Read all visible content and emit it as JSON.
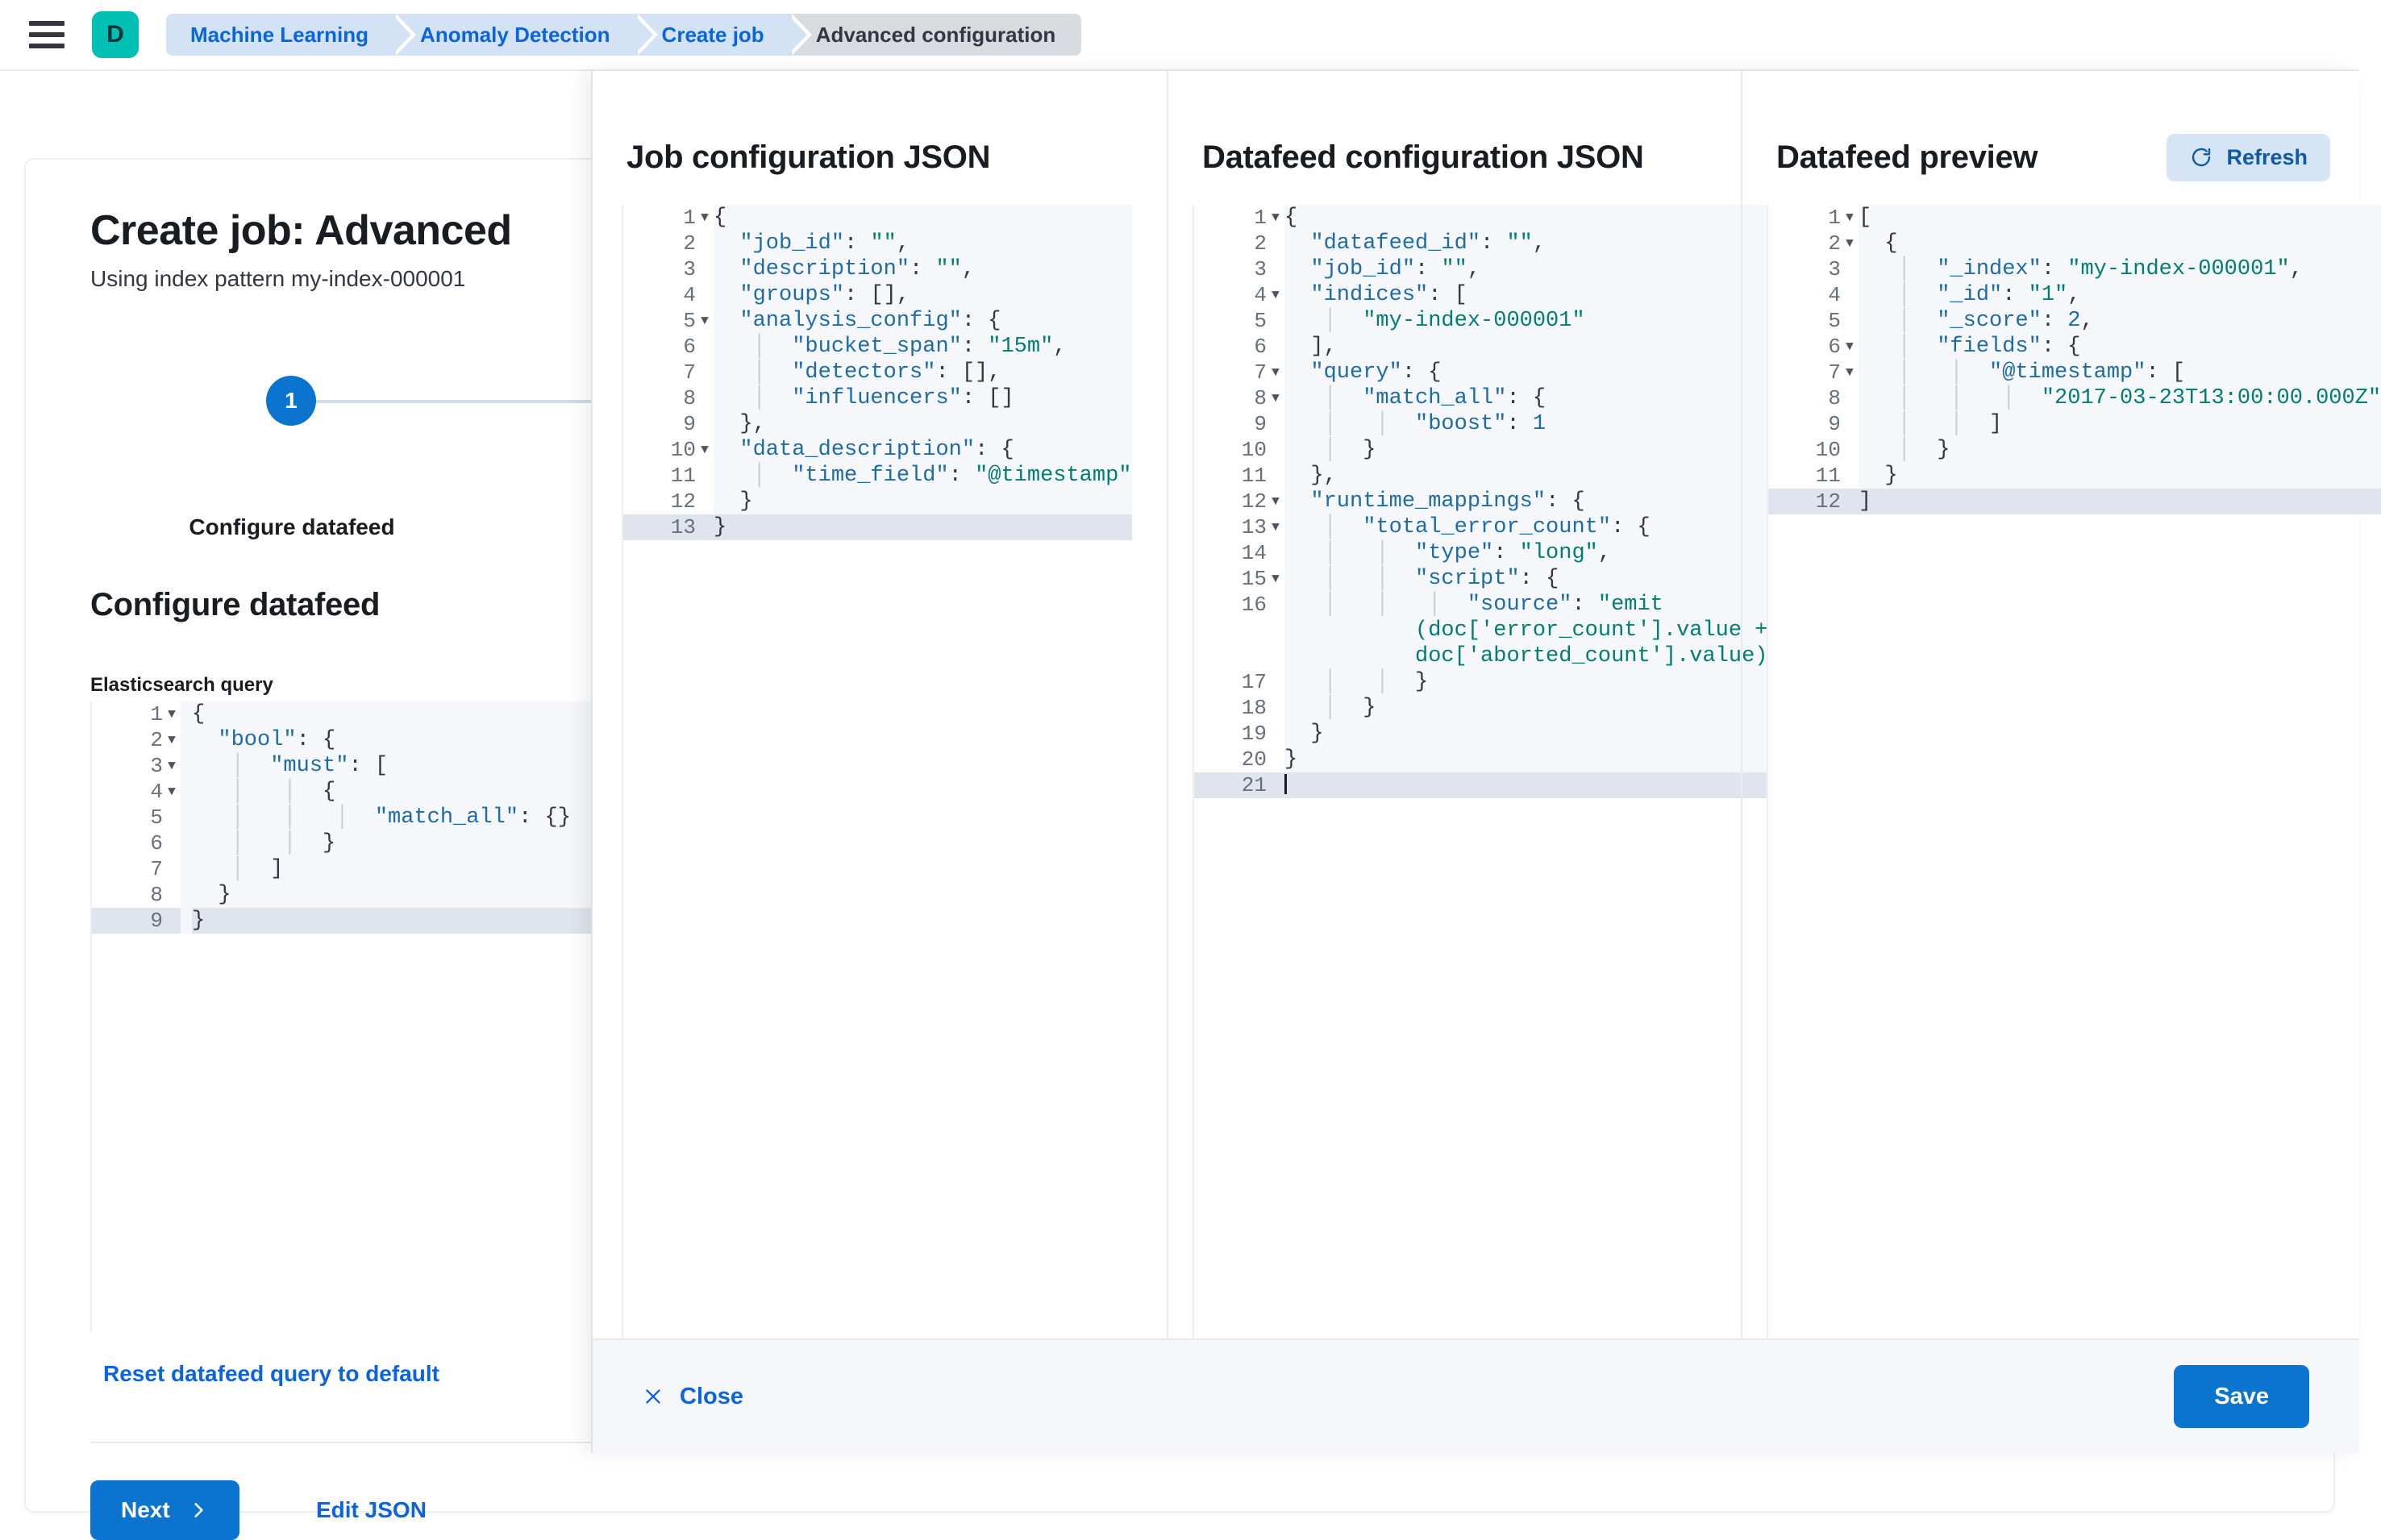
{
  "chrome": {
    "menu_icon": "hamburger-icon",
    "space_initial": "D",
    "breadcrumbs": [
      {
        "label": "Machine Learning",
        "current": false
      },
      {
        "label": "Anomaly Detection",
        "current": false
      },
      {
        "label": "Create job",
        "current": false
      },
      {
        "label": "Advanced configuration",
        "current": true
      }
    ]
  },
  "wizard": {
    "title": "Create job: Advanced",
    "subtitle": "Using index pattern my-index-000001",
    "step_number": "1",
    "step_label": "Configure datafeed",
    "section_title": "Configure datafeed",
    "field_label": "Elasticsearch query",
    "reset_link": "Reset datafeed query to default",
    "next_label": "Next",
    "next_icon": "chevron-right-icon",
    "edit_json_label": "Edit JSON",
    "es_query_lines": [
      {
        "n": "1",
        "fold": true,
        "text": "{",
        "active": false
      },
      {
        "n": "2",
        "fold": true,
        "text": "  \"bool\": {",
        "active": false
      },
      {
        "n": "3",
        "fold": true,
        "text": "   |  \"must\": [",
        "active": false
      },
      {
        "n": "4",
        "fold": true,
        "text": "   |   |  {",
        "active": false
      },
      {
        "n": "5",
        "fold": false,
        "text": "   |   |   |  \"match_all\": {}",
        "active": false
      },
      {
        "n": "6",
        "fold": false,
        "text": "   |   |  }",
        "active": false
      },
      {
        "n": "7",
        "fold": false,
        "text": "   |  ]",
        "active": false
      },
      {
        "n": "8",
        "fold": false,
        "text": "  }",
        "active": false
      },
      {
        "n": "9",
        "fold": false,
        "text": "}",
        "active": true
      }
    ]
  },
  "flyout": {
    "panels": {
      "job": {
        "title": "Job configuration JSON",
        "lines": [
          {
            "n": "1",
            "fold": true,
            "text": "{",
            "active": false
          },
          {
            "n": "2",
            "fold": false,
            "text": "  \"job_id\": \"\",",
            "active": false
          },
          {
            "n": "3",
            "fold": false,
            "text": "  \"description\": \"\",",
            "active": false
          },
          {
            "n": "4",
            "fold": false,
            "text": "  \"groups\": [],",
            "active": false
          },
          {
            "n": "5",
            "fold": true,
            "text": "  \"analysis_config\": {",
            "active": false
          },
          {
            "n": "6",
            "fold": false,
            "text": "   |  \"bucket_span\": \"15m\",",
            "active": false
          },
          {
            "n": "7",
            "fold": false,
            "text": "   |  \"detectors\": [],",
            "active": false
          },
          {
            "n": "8",
            "fold": false,
            "text": "   |  \"influencers\": []",
            "active": false
          },
          {
            "n": "9",
            "fold": false,
            "text": "  },",
            "active": false
          },
          {
            "n": "10",
            "fold": true,
            "text": "  \"data_description\": {",
            "active": false
          },
          {
            "n": "11",
            "fold": false,
            "text": "   |  \"time_field\": \"@timestamp\"",
            "active": false
          },
          {
            "n": "12",
            "fold": false,
            "text": "  }",
            "active": false
          },
          {
            "n": "13",
            "fold": false,
            "text": "}",
            "active": true
          }
        ]
      },
      "datafeed": {
        "title": "Datafeed configuration JSON",
        "lines": [
          {
            "n": "1",
            "fold": true,
            "text": "{",
            "active": false
          },
          {
            "n": "2",
            "fold": false,
            "text": "  \"datafeed_id\": \"\",",
            "active": false
          },
          {
            "n": "3",
            "fold": false,
            "text": "  \"job_id\": \"\",",
            "active": false
          },
          {
            "n": "4",
            "fold": true,
            "text": "  \"indices\": [",
            "active": false
          },
          {
            "n": "5",
            "fold": false,
            "text": "   |  \"my-index-000001\"",
            "active": false
          },
          {
            "n": "6",
            "fold": false,
            "text": "  ],",
            "active": false
          },
          {
            "n": "7",
            "fold": true,
            "text": "  \"query\": {",
            "active": false
          },
          {
            "n": "8",
            "fold": true,
            "text": "   |  \"match_all\": {",
            "active": false
          },
          {
            "n": "9",
            "fold": false,
            "text": "   |   |  \"boost\": 1",
            "active": false
          },
          {
            "n": "10",
            "fold": false,
            "text": "   |  }",
            "active": false
          },
          {
            "n": "11",
            "fold": false,
            "text": "  },",
            "active": false
          },
          {
            "n": "12",
            "fold": true,
            "text": "  \"runtime_mappings\": {",
            "active": false
          },
          {
            "n": "13",
            "fold": true,
            "text": "   |  \"total_error_count\": {",
            "active": false
          },
          {
            "n": "14",
            "fold": false,
            "text": "   |   |  \"type\": \"long\",",
            "active": false
          },
          {
            "n": "15",
            "fold": true,
            "text": "   |   |  \"script\": {",
            "active": false
          },
          {
            "n": "16",
            "fold": false,
            "text": "   |   |   |  \"source\": \"emit\n          (doc['error_count'].value +\n          doc['aborted_count'].value)\"",
            "active": false,
            "wrap": 3
          },
          {
            "n": "17",
            "fold": false,
            "text": "   |   |  }",
            "active": false
          },
          {
            "n": "18",
            "fold": false,
            "text": "   |  }",
            "active": false
          },
          {
            "n": "19",
            "fold": false,
            "text": "  }",
            "active": false
          },
          {
            "n": "20",
            "fold": false,
            "text": "}",
            "active": false
          },
          {
            "n": "21",
            "fold": false,
            "text": "",
            "active": true,
            "caret": true
          }
        ]
      },
      "preview": {
        "title": "Datafeed preview",
        "refresh_label": "Refresh",
        "refresh_icon": "refresh-icon",
        "lines": [
          {
            "n": "1",
            "fold": true,
            "text": "[",
            "active": false
          },
          {
            "n": "2",
            "fold": true,
            "text": "  {",
            "active": false
          },
          {
            "n": "3",
            "fold": false,
            "text": "   |  \"_index\": \"my-index-000001\",",
            "active": false
          },
          {
            "n": "4",
            "fold": false,
            "text": "   |  \"_id\": \"1\",",
            "active": false
          },
          {
            "n": "5",
            "fold": false,
            "text": "   |  \"_score\": 2,",
            "active": false
          },
          {
            "n": "6",
            "fold": true,
            "text": "   |  \"fields\": {",
            "active": false
          },
          {
            "n": "7",
            "fold": true,
            "text": "   |   |  \"@timestamp\": [",
            "active": false
          },
          {
            "n": "8",
            "fold": false,
            "text": "   |   |   |  \"2017-03-23T13:00:00.000Z\"",
            "active": false
          },
          {
            "n": "9",
            "fold": false,
            "text": "   |   |  ]",
            "active": false
          },
          {
            "n": "10",
            "fold": false,
            "text": "   |  }",
            "active": false
          },
          {
            "n": "11",
            "fold": false,
            "text": "  }",
            "active": false
          },
          {
            "n": "12",
            "fold": false,
            "text": "]",
            "active": true
          }
        ]
      }
    },
    "footer": {
      "close_label": "Close",
      "close_icon": "close-icon",
      "save_label": "Save"
    }
  },
  "colors": {
    "accent_blue": "#0b74cf",
    "link_blue": "#0b64dd",
    "space_teal": "#00bfb3",
    "string_green": "#017d73",
    "key_blue": "#1d6ba8"
  }
}
